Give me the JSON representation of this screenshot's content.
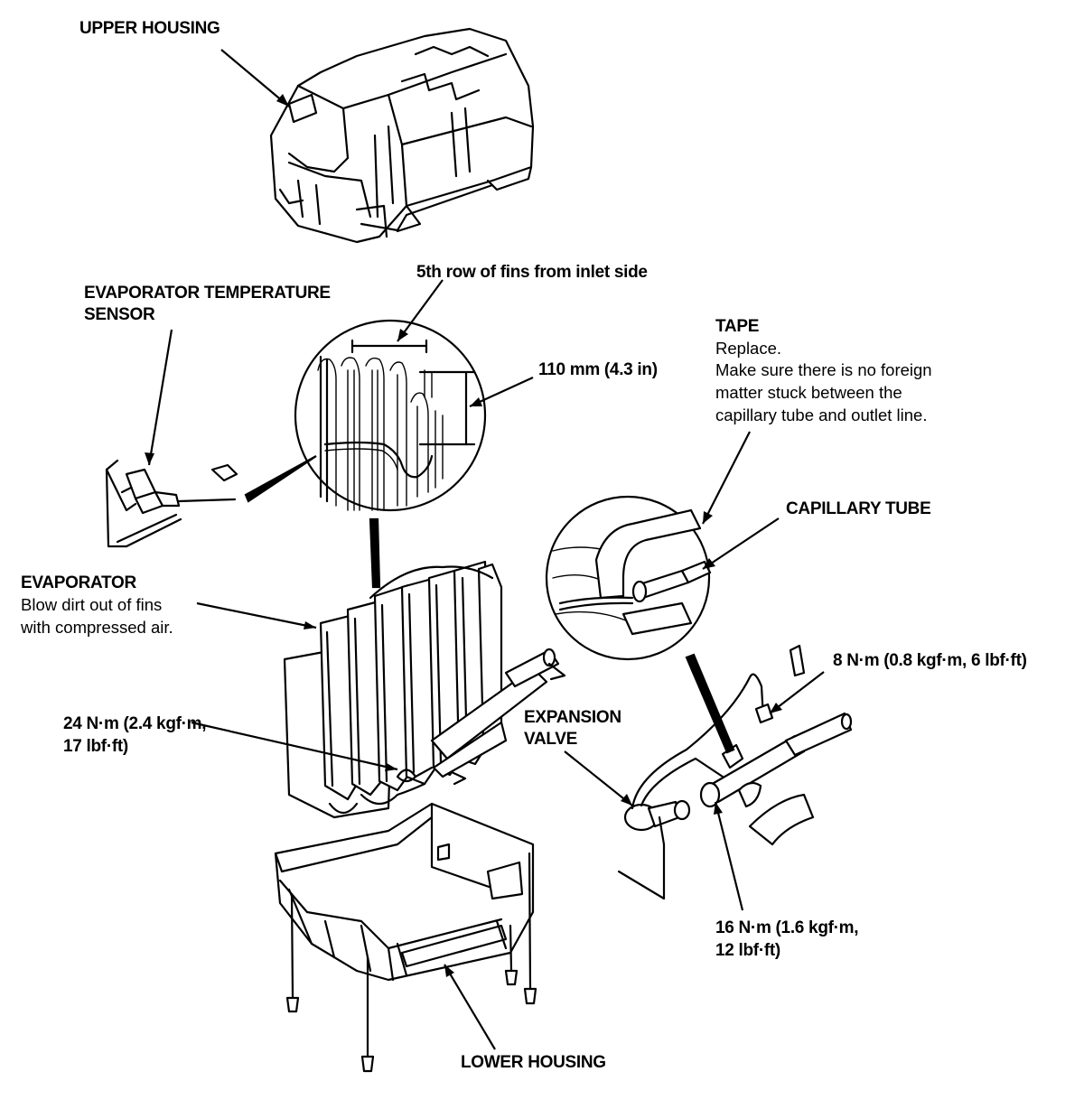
{
  "labels": {
    "upper_housing": "UPPER HOUSING",
    "fins_row": "5th row of fins from inlet side",
    "sensor_line1": "EVAPORATOR TEMPERATURE",
    "sensor_line2": "SENSOR",
    "dimension": "110 mm (4.3 in)",
    "tape_title": "TAPE",
    "tape_line1": "Replace.",
    "tape_line2": "Make sure there is no foreign",
    "tape_line3": "matter stuck between the",
    "tape_line4": "capillary tube and outlet line.",
    "capillary_tube": "CAPILLARY TUBE",
    "evaporator_title": "EVAPORATOR",
    "evaporator_line1": "Blow dirt out of fins",
    "evaporator_line2": "with compressed air.",
    "torque_8": "8 N·m (0.8 kgf·m, 6 lbf·ft)",
    "torque_24_line1": "24 N·m (2.4 kgf·m,",
    "torque_24_line2": "17 lbf·ft)",
    "expansion_line1": "EXPANSION",
    "expansion_line2": "VALVE",
    "torque_16_line1": "16 N·m (1.6 kgf·m,",
    "torque_16_line2": "12 lbf·ft)",
    "lower_housing": "LOWER HOUSING"
  }
}
